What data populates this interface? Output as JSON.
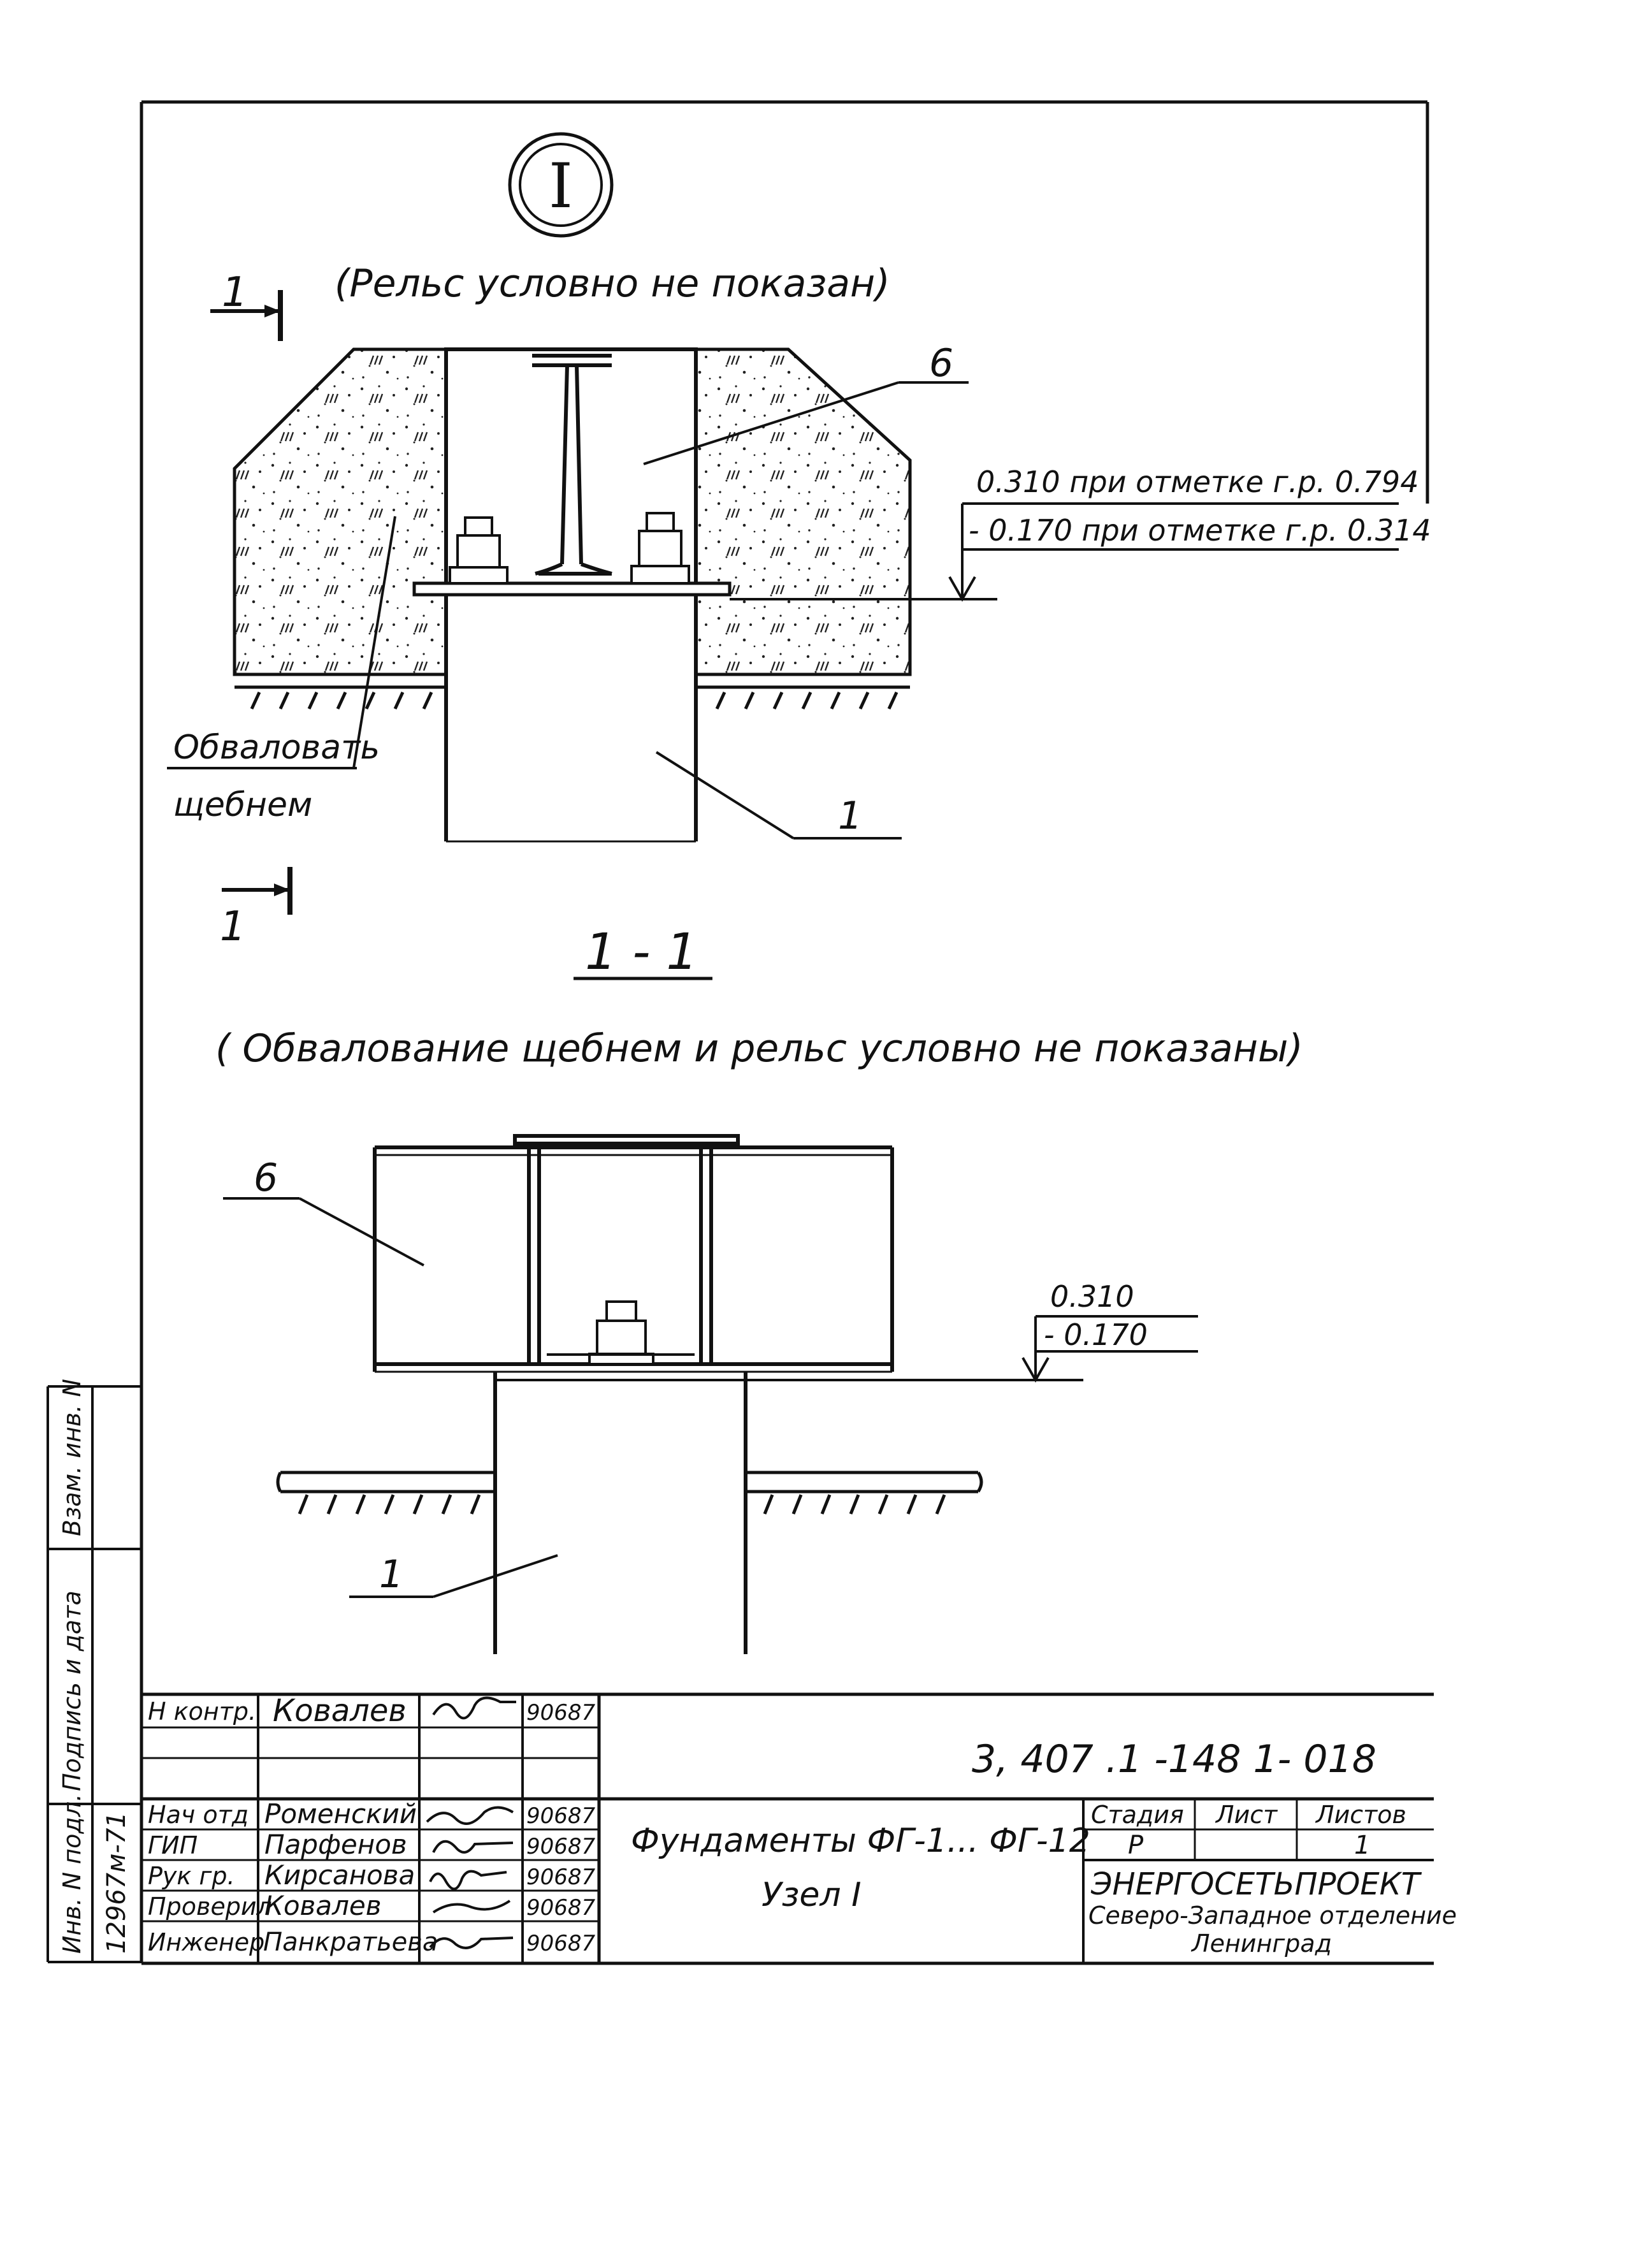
{
  "node": {
    "symbol": "I",
    "note": "(Рельс условно не показан)"
  },
  "section_marks": {
    "top": "1",
    "bottom": "1"
  },
  "plan_callouts": {
    "part6": "6",
    "part1": "1",
    "ballast": [
      "Обваловать",
      "щебнем"
    ],
    "level_line1": "0.310 при отметке г.р. 0.794",
    "level_line2": "- 0.170 при отметке г.р. 0.314"
  },
  "section": {
    "title": "1 - 1",
    "note": "( Обвалование щебнем и рельс условно не показаны)",
    "part6": "6",
    "part1": "1",
    "level_top": "0.310",
    "level_bottom": "- 0.170"
  },
  "side_stamp": {
    "cells": [
      "Инв. N подл.",
      "Подпись и дата",
      "Взам. инв. N"
    ],
    "inv_number": "12967м-71"
  },
  "title_block": {
    "doc_code": "3, 407 .1 -148 1- 018",
    "title_line1": "Фундаменты ФГ-1... ФГ-12",
    "title_line2": "Узел I",
    "headers": {
      "stage": "Стадия",
      "sheet": "Лист",
      "sheets": "Листов"
    },
    "stage": "Р",
    "sheet": "",
    "sheets": "1",
    "org_name": "ЭНЕРГОСЕТЬПРОЕКТ",
    "org_branch": "Северо-Западное отделение",
    "org_city": "Ленинград",
    "staff": [
      {
        "role": "Н контр.",
        "name": "Ковалев",
        "date": "90687"
      },
      {
        "role": "",
        "name": "",
        "date": ""
      },
      {
        "role": "Нач отд",
        "name": "Роменский",
        "date": "90687"
      },
      {
        "role": "ГИП",
        "name": "Парфенов",
        "date": "90687"
      },
      {
        "role": "Рук гр.",
        "name": "Кирсанова",
        "date": "90687"
      },
      {
        "role": "Проверил",
        "name": "Ковалев",
        "date": "90687"
      },
      {
        "role": "Инженер",
        "name": "Панкратьева",
        "date": "90687"
      }
    ]
  }
}
